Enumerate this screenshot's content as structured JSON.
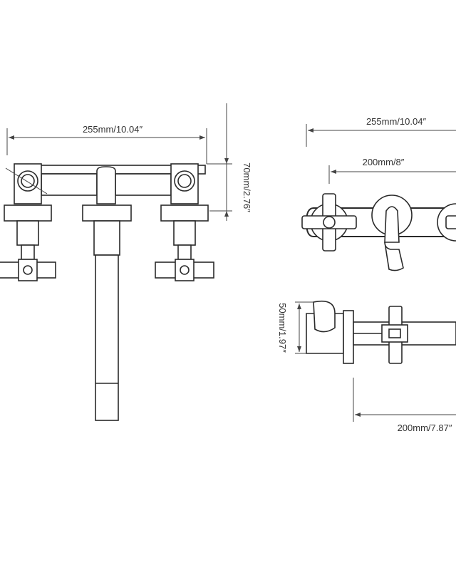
{
  "dimensions": {
    "front_overall_width": "255mm/10.04″",
    "front_height": "70mm/2.76″",
    "top_overall_width": "255mm/10.04″",
    "top_center_spacing": "200mm/8″",
    "side_height": "50mm/1.97″",
    "side_projection": "200mm/7.87″"
  }
}
